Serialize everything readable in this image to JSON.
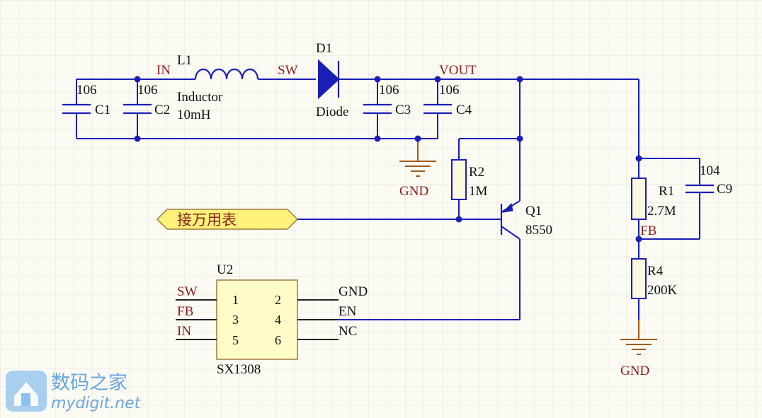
{
  "colors": {
    "wire": "#1a1fb8",
    "net_label": "#8c1a1a",
    "port_fill": "#fff27a",
    "grid": "#e6e4da",
    "background": "#fbfaf3"
  },
  "components": {
    "C1": {
      "ref": "C1",
      "value": "106"
    },
    "C2": {
      "ref": "C2",
      "value": "106"
    },
    "C3": {
      "ref": "C3",
      "value": "106"
    },
    "C4": {
      "ref": "C4",
      "value": "106"
    },
    "C9": {
      "ref": "C9",
      "value": "104"
    },
    "L1": {
      "ref": "L1",
      "type": "Inductor",
      "value": "10mH"
    },
    "D1": {
      "ref": "D1",
      "type": "Diode"
    },
    "R1": {
      "ref": "R1",
      "value": "2.7M"
    },
    "R2": {
      "ref": "R2",
      "value": "1M"
    },
    "R4": {
      "ref": "R4",
      "value": "200K"
    },
    "Q1": {
      "ref": "Q1",
      "value": "8550"
    },
    "U2": {
      "ref": "U2",
      "part": "SX1308",
      "pins": [
        "1",
        "2",
        "3",
        "4",
        "5",
        "6"
      ],
      "left_nets": [
        "SW",
        "FB",
        "IN"
      ],
      "right_nets": [
        "GND",
        "EN",
        "NC"
      ]
    }
  },
  "nets": {
    "in": "IN",
    "sw": "SW",
    "vout": "VOUT",
    "fb": "FB",
    "gnd": "GND"
  },
  "port": {
    "label": "接万用表"
  },
  "watermark": {
    "cn": "数码之家",
    "url": "mydigit.net"
  }
}
